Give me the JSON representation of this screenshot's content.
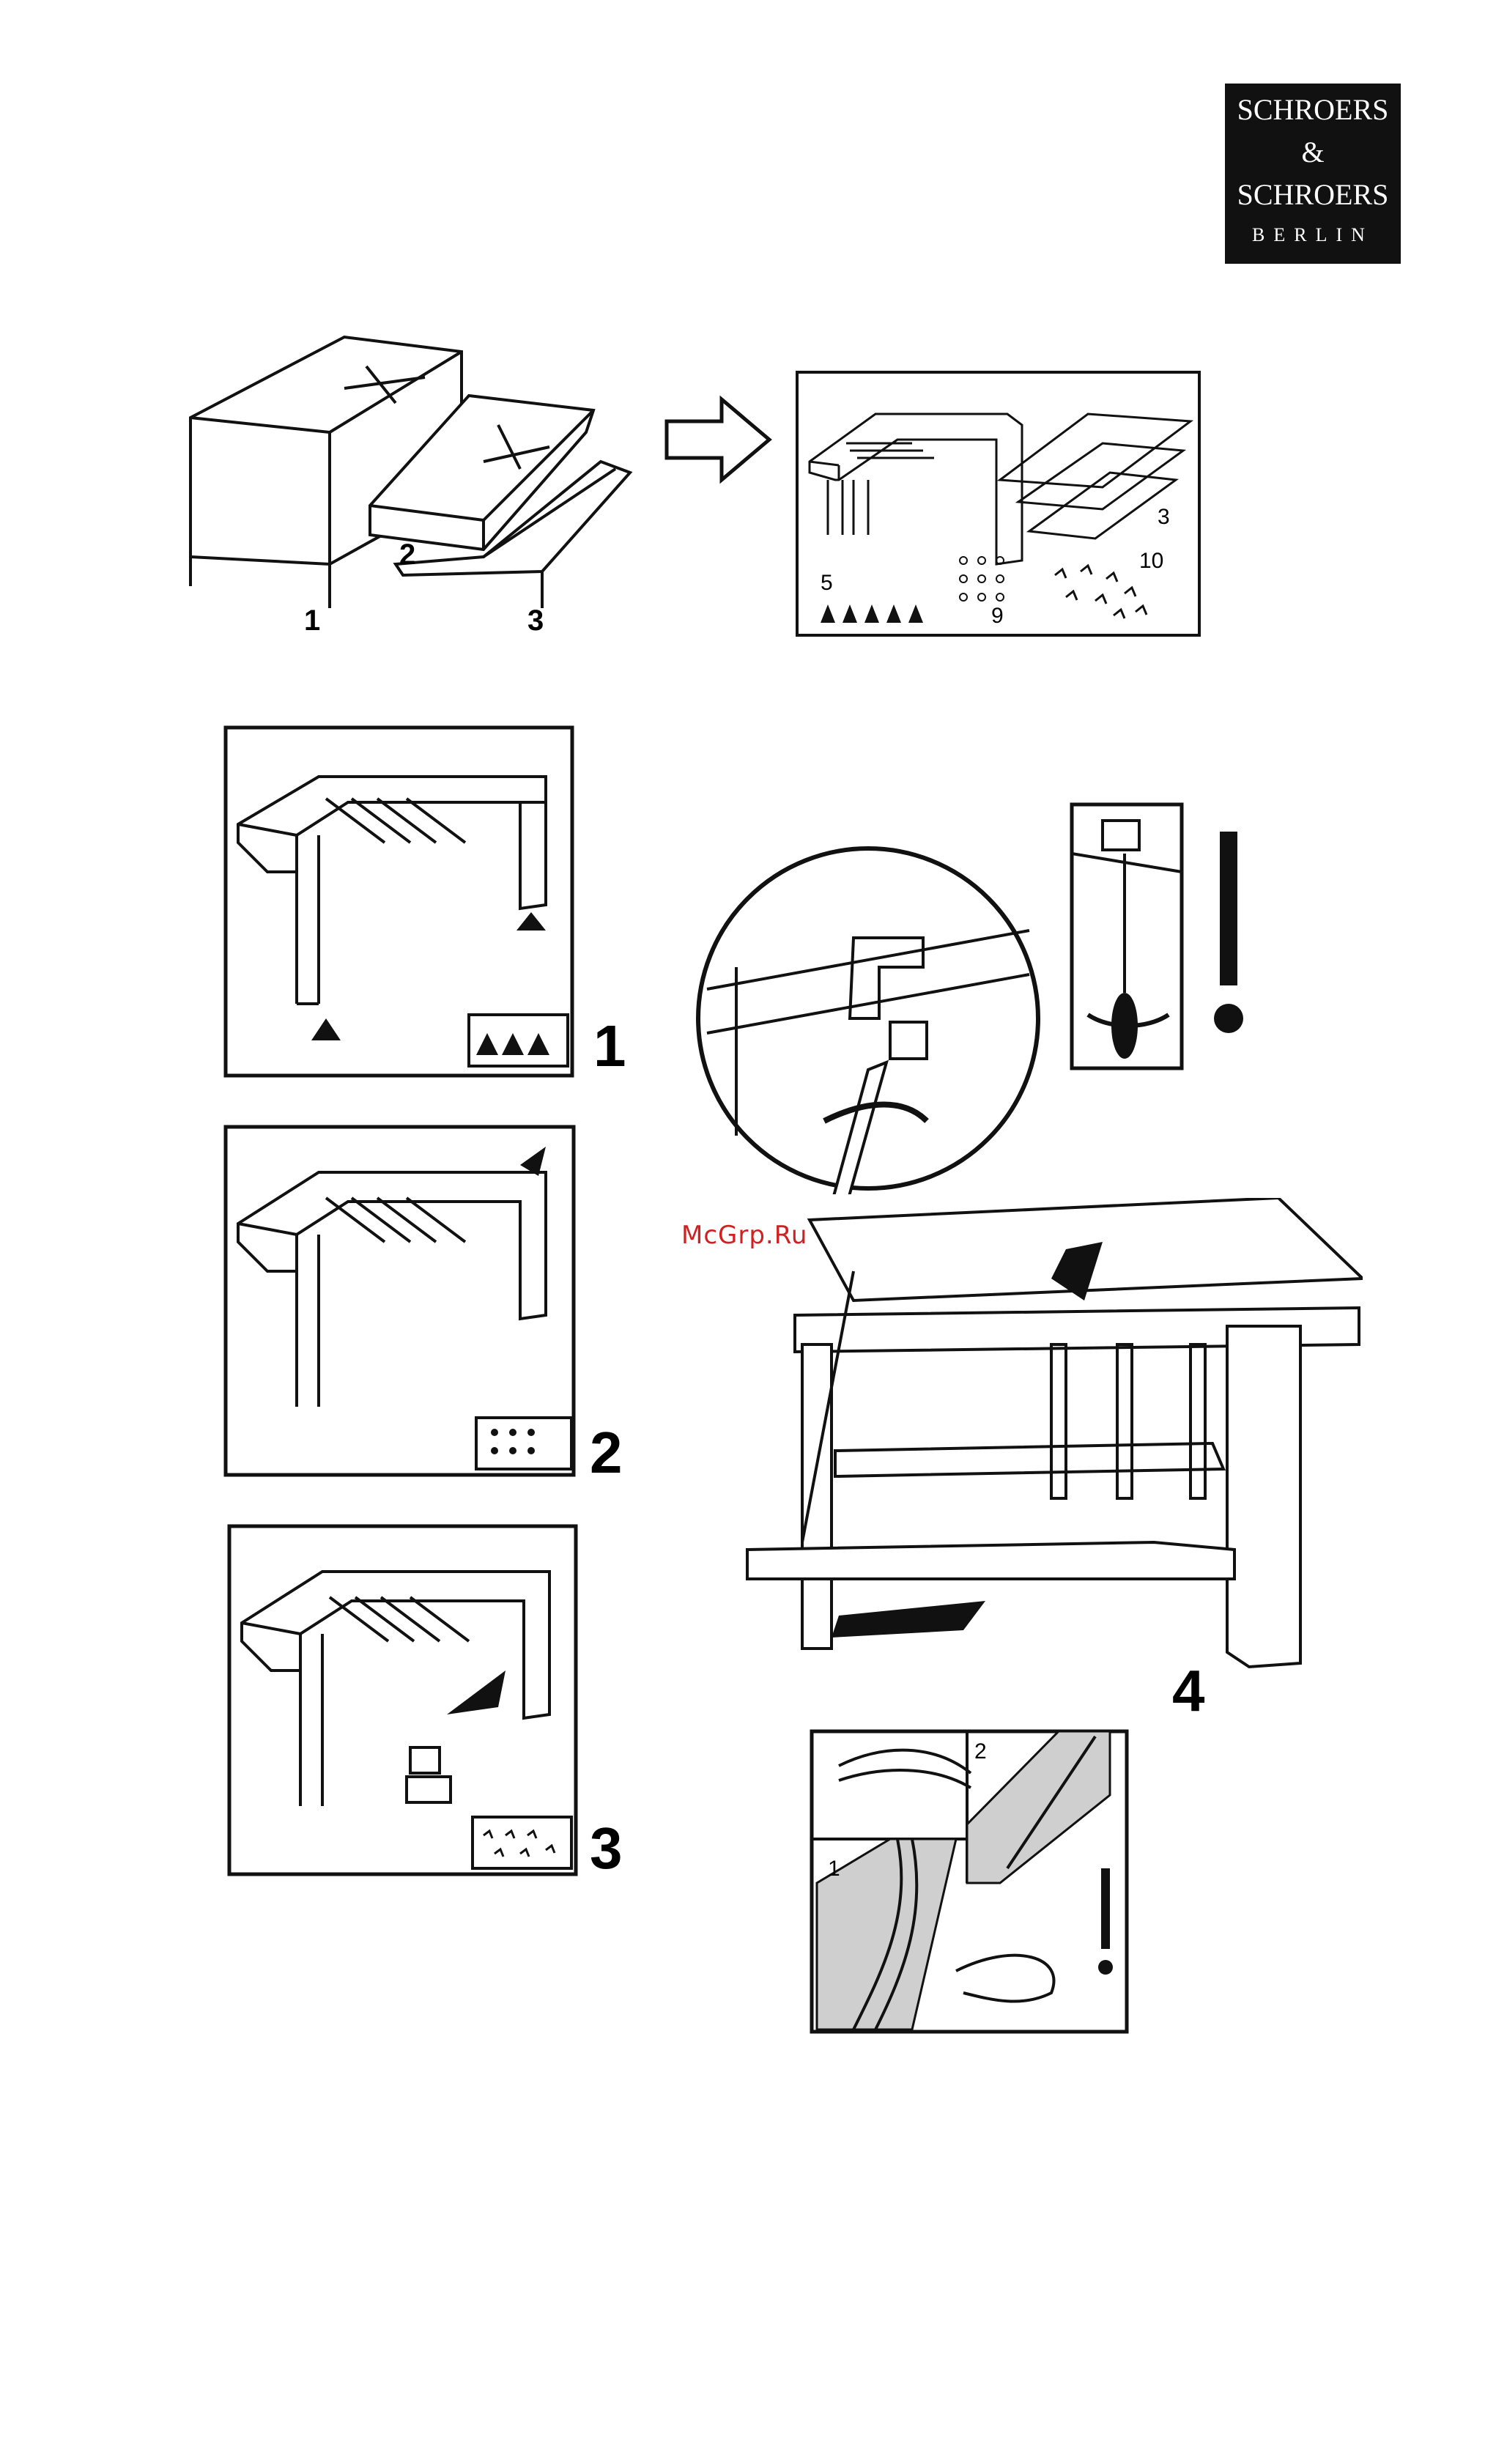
{
  "logo": {
    "line1": "SCHROERS",
    "line2": "&",
    "line3": "SCHROERS",
    "line4": "BERLIN"
  },
  "watermark": "McGrp.Ru",
  "overview": {
    "box_labels": [
      "1",
      "2",
      "3"
    ],
    "parts_labels": [
      "3",
      "5",
      "9",
      "10"
    ]
  },
  "steps": [
    "1",
    "2",
    "3",
    "4"
  ],
  "cable_inset_labels": [
    "1",
    "2"
  ],
  "warning_mark": "!"
}
